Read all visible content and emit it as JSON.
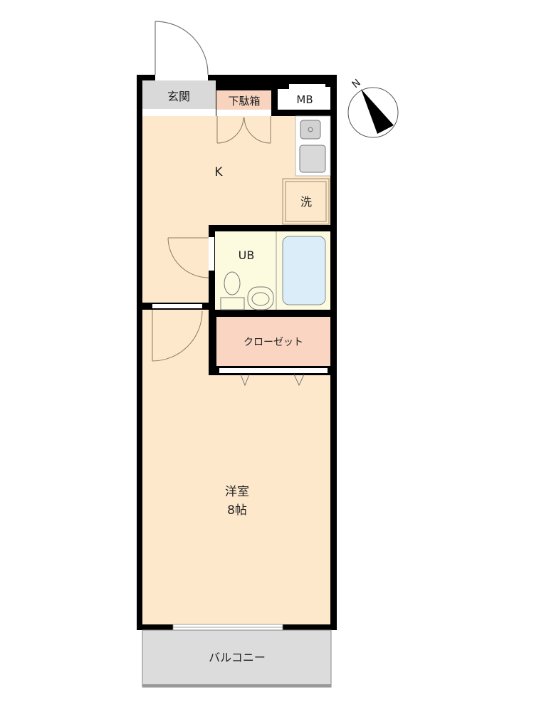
{
  "rooms": {
    "genkan": "玄関",
    "shoe_box": "下駄箱",
    "mb": "MB",
    "kitchen": "K",
    "washer": "洗",
    "unit_bath": "UB",
    "closet": "クローゼット",
    "western_room": "洋室",
    "western_room_size": "8帖",
    "balcony": "バルコニー"
  },
  "compass": {
    "north_label": "N"
  },
  "colors": {
    "wall": "#000000",
    "room": "#fde8cc",
    "genkan": "#d9d9d9",
    "shoe_box": "#f8d4bf",
    "closet": "#f9d5c2",
    "unit_bath": "#fcfbe0",
    "bathtub": "#dcedfa",
    "balcony": "#dcdcdc"
  }
}
